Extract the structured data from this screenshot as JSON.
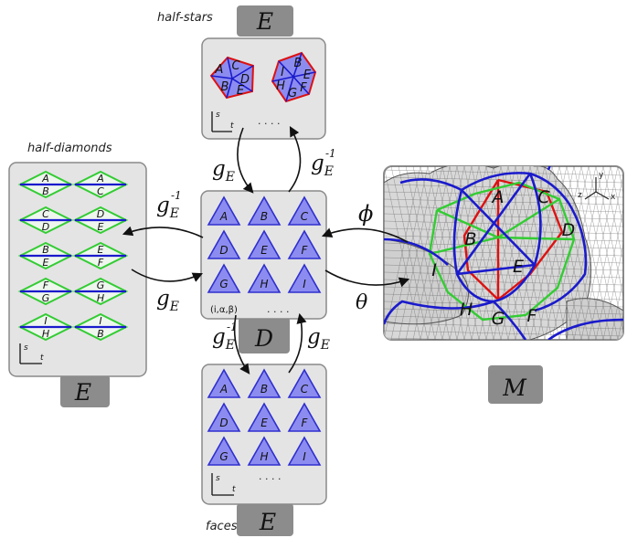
{
  "colors": {
    "panel_fill": "#e4e4e4",
    "panel_stroke": "#8a8a8a",
    "tab_fill": "#8c8c8c",
    "face_fill": "#8c8cf0",
    "face_stroke": "#2f2fcf",
    "green": "#33cc33",
    "blue": "#1a1acc",
    "red": "#dd1111"
  },
  "tabs": {
    "top": "E",
    "left": "E",
    "center": "D",
    "bottom": "E",
    "right": "M"
  },
  "captions": {
    "top": "half-stars",
    "left": "half-diamonds",
    "bottom": "faces"
  },
  "top_panel": {
    "pentagon_letters": [
      "A",
      "C",
      "D",
      "E",
      "B"
    ],
    "hexagon_letters": [
      "I",
      "B",
      "E",
      "F",
      "G",
      "H"
    ],
    "ellipsis": ". . . .",
    "axis_s": "s",
    "axis_t": "t"
  },
  "diamonds": [
    [
      "A",
      "B"
    ],
    [
      "A",
      "C"
    ],
    [
      "C",
      "D"
    ],
    [
      "D",
      "E"
    ],
    [
      "B",
      "E"
    ],
    [
      "E",
      "F"
    ],
    [
      "F",
      "G"
    ],
    [
      "G",
      "H"
    ],
    [
      "I",
      "H"
    ],
    [
      "I",
      "B"
    ]
  ],
  "left_axis": {
    "s": "s",
    "t": "t"
  },
  "center_panel": {
    "triangles": [
      "A",
      "B",
      "C",
      "D",
      "E",
      "F",
      "G",
      "H",
      "I"
    ],
    "index_label": "(i,α,β)",
    "ellipsis": ". . . ."
  },
  "bottom_panel": {
    "triangles": [
      "A",
      "B",
      "C",
      "D",
      "E",
      "F",
      "G",
      "H",
      "I"
    ],
    "ellipsis": ". . . .",
    "axis_s": "s",
    "axis_t": "t"
  },
  "arrows": {
    "top_left": "g_E",
    "top_right": "g_E^-1",
    "left_upper": "g_E^-1",
    "left_lower": "g_E",
    "bottom_left": "g_E^-1",
    "bottom_right": "g_E",
    "right_upper": "ϕ",
    "right_lower": "θ"
  },
  "mesh": {
    "letters": [
      "A",
      "C",
      "B",
      "D",
      "I",
      "E",
      "H",
      "G",
      "F"
    ],
    "axis_y": "y",
    "axis_z": "z",
    "axis_x": "x"
  }
}
